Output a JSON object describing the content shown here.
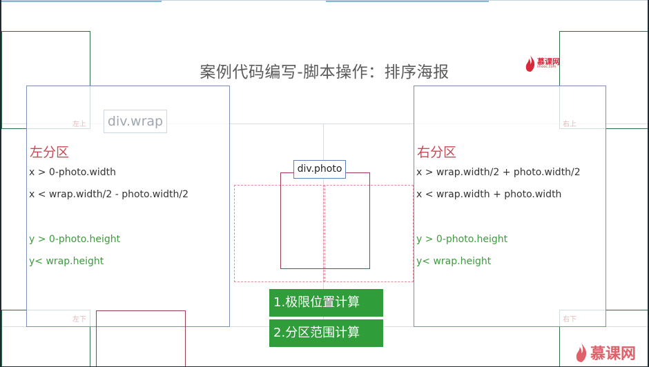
{
  "slide": {
    "title": "案例代码编写-脚本操作：排序海报"
  },
  "corners": {
    "top_left": "左上",
    "top_right": "右上",
    "bottom_left": "左下",
    "bottom_right": "右下"
  },
  "wrap_label": "div.wrap",
  "photo_label": "div.photo",
  "left_zone": {
    "heading": "左分区",
    "x_min": "x > 0-photo.width",
    "x_max": "x < wrap.width/2 - photo.width/2",
    "y_min": "y > 0-photo.height",
    "y_max": "y< wrap.height"
  },
  "right_zone": {
    "heading": "右分区",
    "x_min": "x > wrap.width/2 + photo.width/2",
    "x_max": "x < wrap.width + photo.width",
    "y_min": "y > 0-photo.height",
    "y_max": "y< wrap.height"
  },
  "steps": {
    "step1": "1.极限位置计算",
    "step2": "2.分区范围计算"
  },
  "brand": {
    "name": "慕课网",
    "subtitle": "imooc.com",
    "icon": "flame-icon",
    "color": "#d8283a"
  },
  "colors": {
    "accent_red": "#c54a55",
    "green": "#3c9b3c",
    "step_bg": "#2f9e3a"
  }
}
